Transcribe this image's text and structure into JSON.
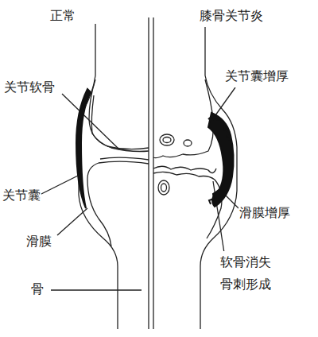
{
  "diagram": {
    "labels": [
      "正常",
      "膝骨关节炎",
      "关节软骨",
      "关节囊增厚",
      "关节囊",
      "滑膜增厚",
      "滑膜",
      "软骨消失 骨刺形成",
      "骨"
    ]
  }
}
